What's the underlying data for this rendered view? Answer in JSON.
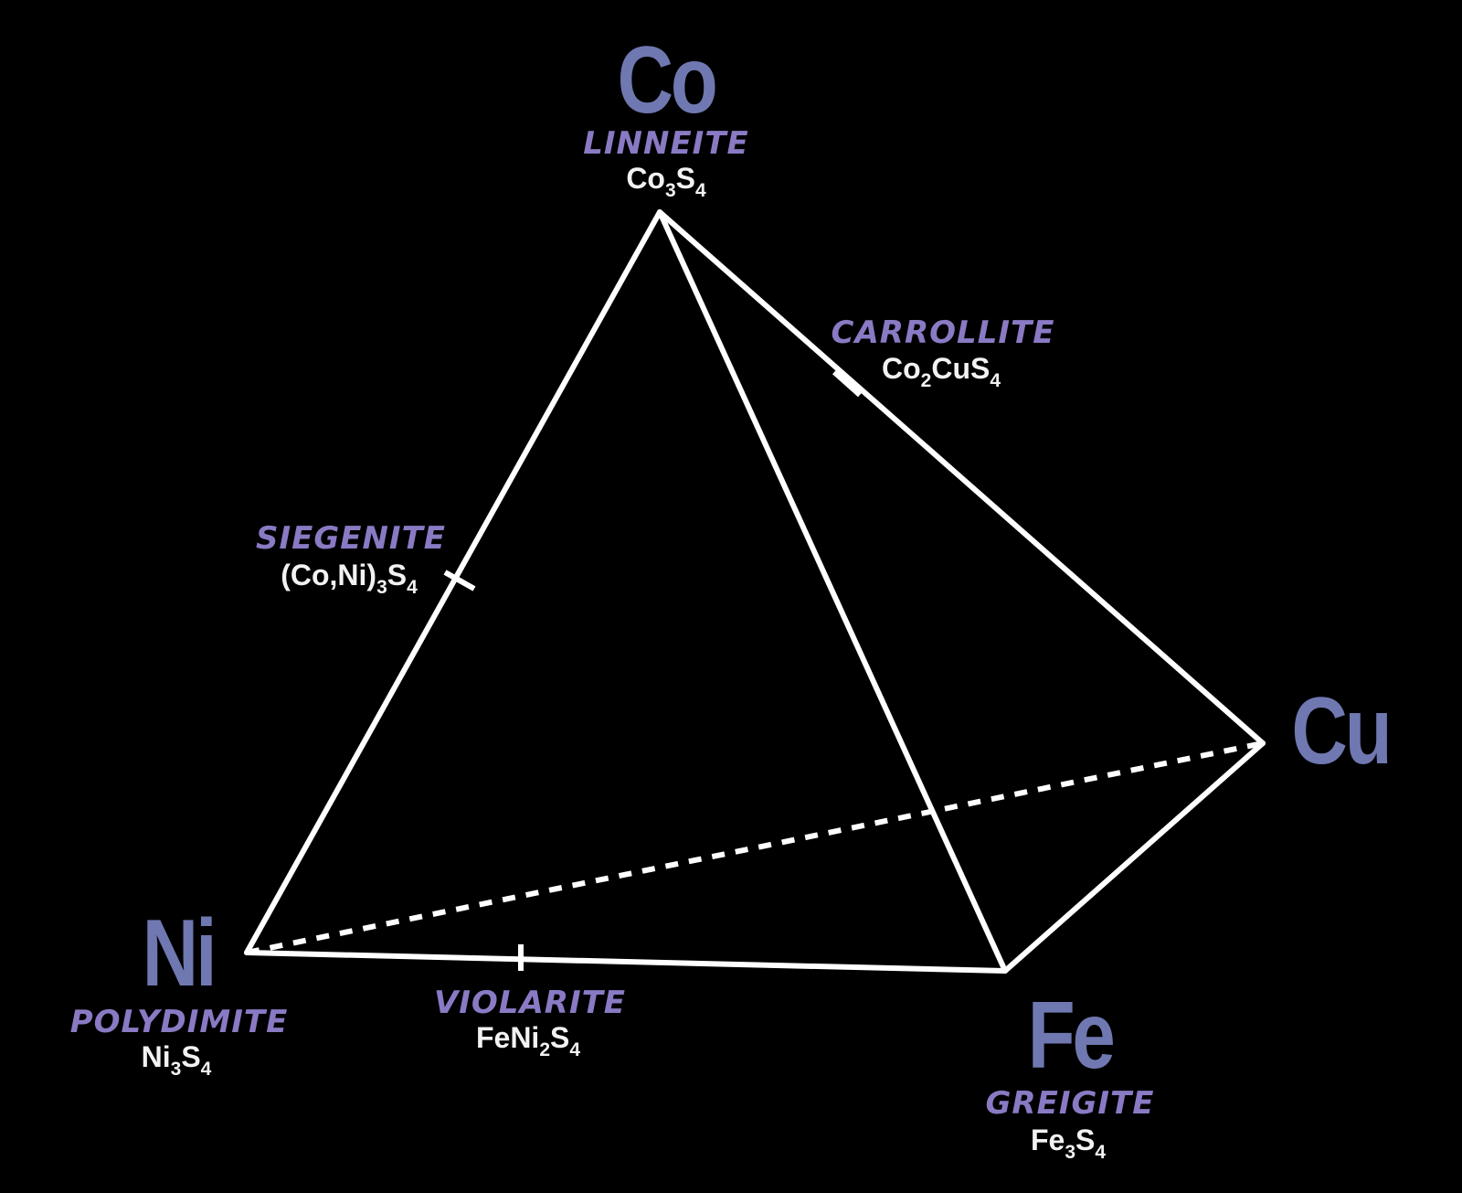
{
  "colors": {
    "background": "#000000",
    "edge": "#ffffff",
    "element_symbol": "#6f78b0",
    "mineral_name": "#8a7ac4",
    "formula": "#f2f2f2"
  },
  "vertices": {
    "co": {
      "symbol": "Co",
      "mineral": "LINNEITE",
      "formula": [
        {
          "t": "Co"
        },
        {
          "t": "3",
          "sub": true
        },
        {
          "t": "S"
        },
        {
          "t": "4",
          "sub": true
        }
      ]
    },
    "ni": {
      "symbol": "Ni",
      "mineral": "POLYDIMITE",
      "formula": [
        {
          "t": "Ni"
        },
        {
          "t": "3",
          "sub": true
        },
        {
          "t": "S"
        },
        {
          "t": "4",
          "sub": true
        }
      ]
    },
    "fe": {
      "symbol": "Fe",
      "mineral": "GREIGITE",
      "formula": [
        {
          "t": "Fe"
        },
        {
          "t": "3",
          "sub": true
        },
        {
          "t": "S"
        },
        {
          "t": "4",
          "sub": true
        }
      ]
    },
    "cu": {
      "symbol": "Cu"
    }
  },
  "edge_minerals": {
    "carrollite": {
      "mineral": "CARROLLITE",
      "formula": [
        {
          "t": "Co"
        },
        {
          "t": "2",
          "sub": true
        },
        {
          "t": "CuS"
        },
        {
          "t": "4",
          "sub": true
        }
      ]
    },
    "siegenite": {
      "mineral": "SIEGENITE",
      "formula": [
        {
          "t": "(Co,Ni)"
        },
        {
          "t": "3",
          "sub": true
        },
        {
          "t": "S"
        },
        {
          "t": "4",
          "sub": true
        }
      ]
    },
    "violarite": {
      "mineral": "VIOLARITE",
      "formula": [
        {
          "t": "FeNi"
        },
        {
          "t": "2",
          "sub": true
        },
        {
          "t": "S"
        },
        {
          "t": "4",
          "sub": true
        }
      ]
    }
  }
}
